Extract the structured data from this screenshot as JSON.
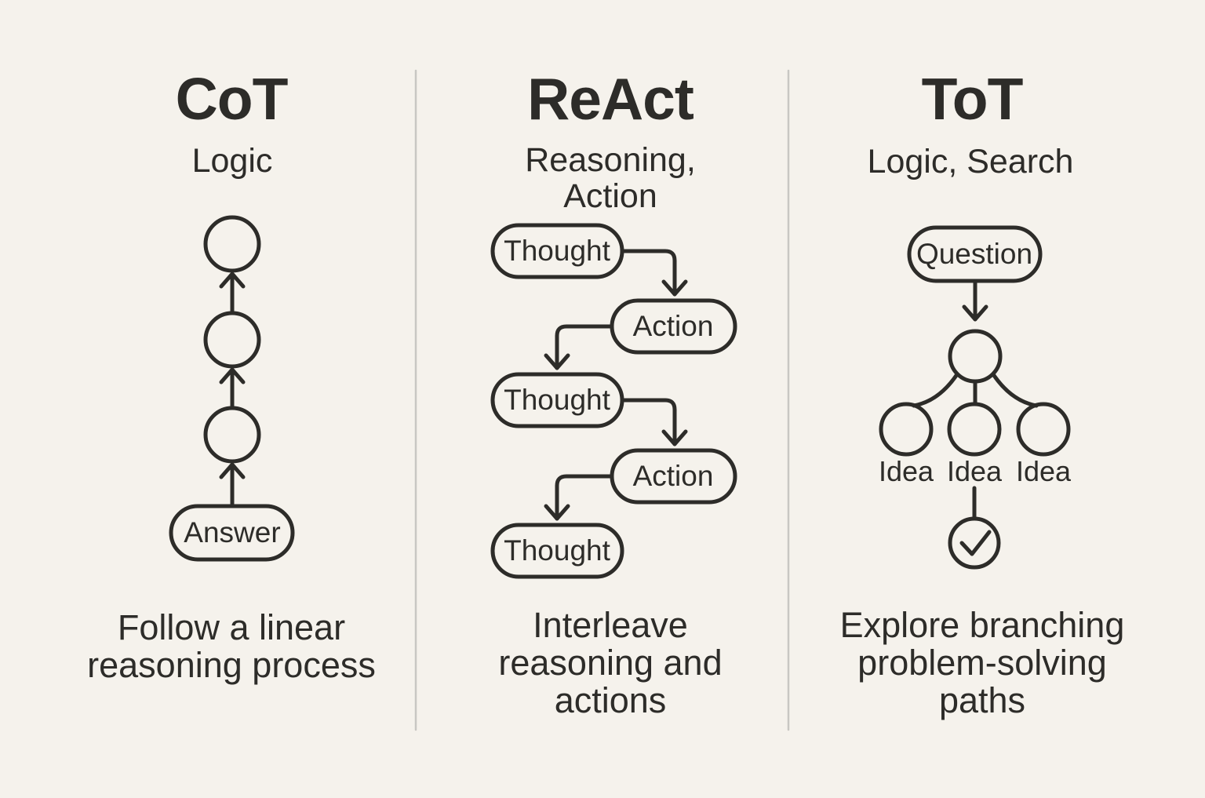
{
  "colors": {
    "background": "#F5F2EC",
    "ink": "#2D2C29",
    "divider": "#C8C7C3"
  },
  "columns": [
    {
      "title": "CoT",
      "subtitle_lines": [
        "Logic"
      ],
      "caption_lines": [
        "Follow a linear",
        "reasoning process"
      ],
      "answer_label": "Answer"
    },
    {
      "title": "ReAct",
      "subtitle_lines": [
        "Reasoning,",
        "Action"
      ],
      "caption_lines": [
        "Interleave",
        "reasoning and",
        "actions"
      ],
      "node_labels": [
        "Thought",
        "Action",
        "Thought",
        "Action",
        "Thought"
      ]
    },
    {
      "title": "ToT",
      "subtitle_lines": [
        "Logic, Search"
      ],
      "caption_lines": [
        "Explore branching",
        "problem-solving",
        "paths"
      ],
      "question_label": "Question",
      "idea_labels": [
        "Idea",
        "Idea",
        "Idea"
      ],
      "icons": [
        "checkmark-icon",
        "down-arrow-icon"
      ]
    }
  ]
}
